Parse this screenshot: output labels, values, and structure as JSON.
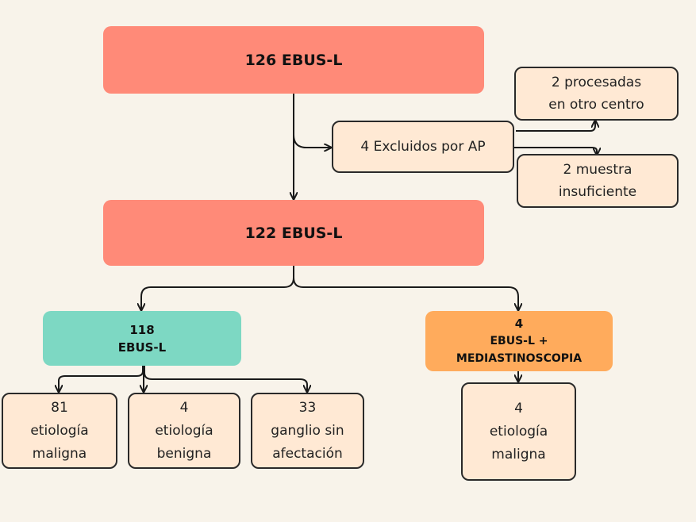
{
  "nodes": {
    "total": {
      "label": "126 EBUS-L"
    },
    "excluded": {
      "label": "4 Excluidos por AP"
    },
    "processed_elsewhere": {
      "line1": "2 procesadas",
      "line2": "en otro centro"
    },
    "insufficient": {
      "line1": "2 muestra",
      "line2": "insuficiente"
    },
    "included": {
      "label": "122 EBUS-L"
    },
    "ebus_only": {
      "line1": "118",
      "line2": "EBUS-L"
    },
    "ebus_mediastinoscopy": {
      "line1": "4",
      "line2": "EBUS-L +",
      "line3": "MEDIASTINOSCOPIA"
    },
    "malignant": {
      "line1": "81",
      "line2": "etiología",
      "line3": "maligna"
    },
    "benign": {
      "line1": "4",
      "line2": "etiología",
      "line3": "benigna"
    },
    "no_involvement": {
      "line1": "33",
      "line2": "ganglio sin",
      "line3": "afectación"
    },
    "malignant_mediastinoscopy": {
      "line1": "4",
      "line2": "etiología",
      "line3": "maligna"
    }
  },
  "colors": {
    "background": "#f8f3ea",
    "primary": "#ff8a78",
    "teal": "#7dd8c3",
    "orange": "#ffab5c",
    "cream": "#ffe9d4",
    "stroke": "#1a1a1a"
  }
}
